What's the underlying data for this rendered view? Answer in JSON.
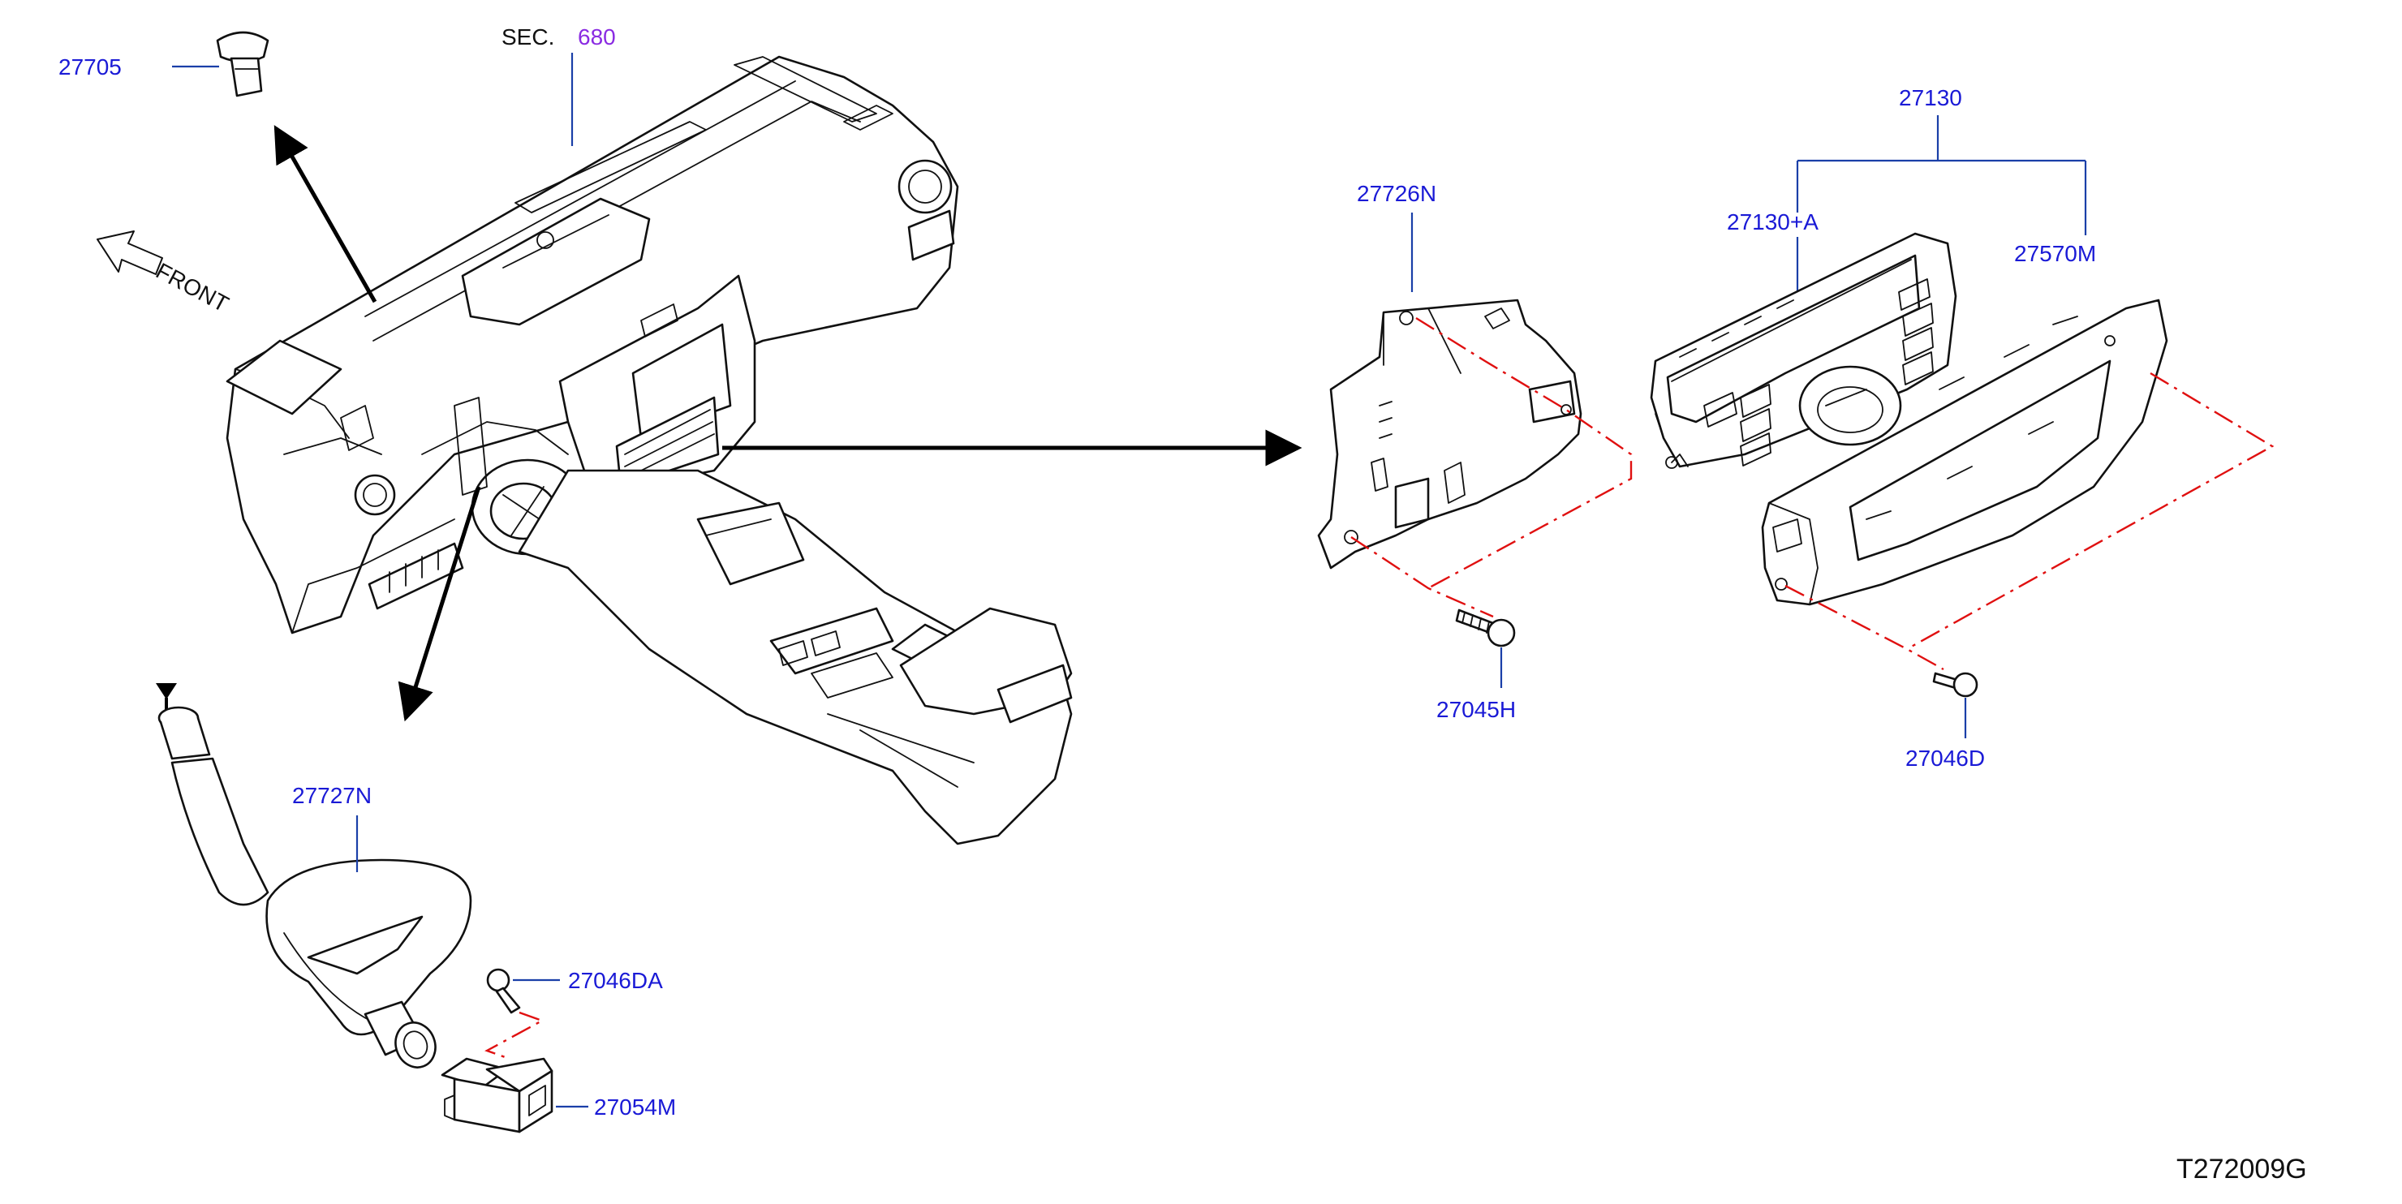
{
  "labels": {
    "sec_prefix": "SEC.",
    "sec_number": "680",
    "front": "FRONT",
    "p27705": "27705",
    "p27726N": "27726N",
    "p27130": "27130",
    "p27130A": "27130+A",
    "p27570M": "27570M",
    "p27045H": "27045H",
    "p27046D": "27046D",
    "p27727N": "27727N",
    "p27046DA": "27046DA",
    "p27054M": "27054M",
    "diagram_code": "T272009G"
  },
  "colors": {
    "label": "#1a1ad6",
    "section_ref": "#8a2be2",
    "leader": "#1a3fa8",
    "phantom_line": "#e01010",
    "outline": "#111111"
  }
}
